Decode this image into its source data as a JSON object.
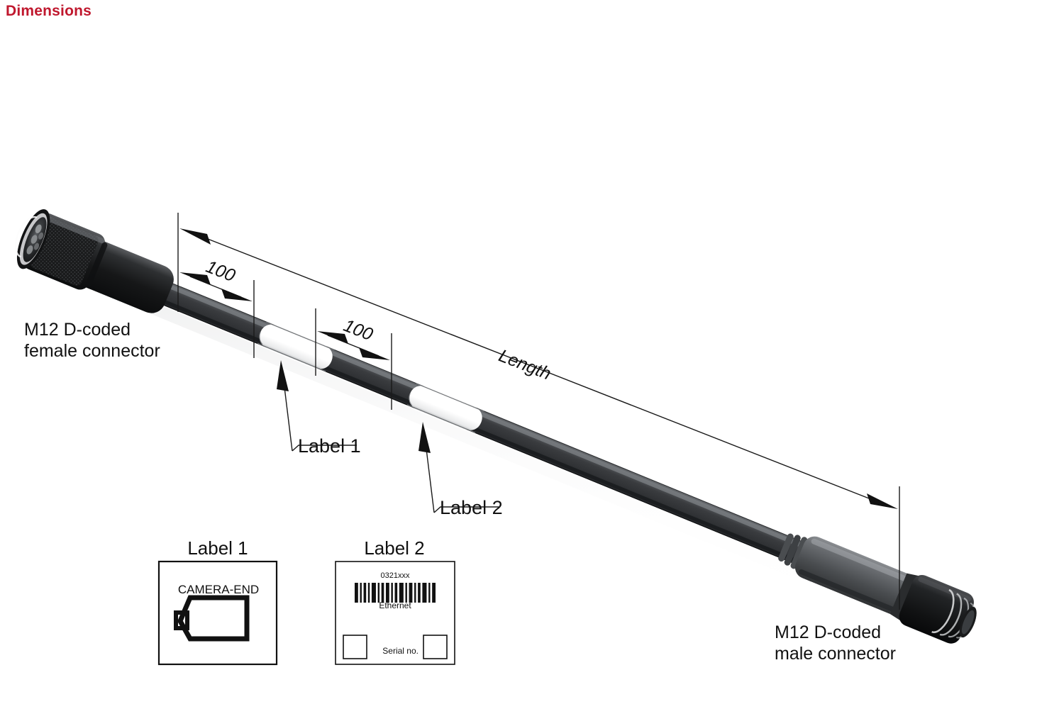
{
  "page": {
    "title": "Dimensions",
    "title_color": "#c0182e"
  },
  "diagram": {
    "type": "technical-dimension-drawing",
    "subject": "M12 D-coded ethernet cable assembly",
    "annotations": {
      "female_connector_line1": "M12 D-coded",
      "female_connector_line2": "female connector",
      "male_connector_line1": "M12 D-coded",
      "male_connector_line2": "male connector",
      "dimension_1": "100",
      "dimension_2": "100",
      "dimension_length": "Length",
      "callout_label_1": "Label 1",
      "callout_label_2": "Label 2"
    },
    "colors": {
      "cable_body": "#3b3d40",
      "cable_highlight": "#6e7175",
      "cable_shadow": "#2a2c2e",
      "label_band": "#ffffff",
      "connector_dark": "#1b1b1c",
      "connector_gray": "#5d6064",
      "line": "#1a1a1a"
    }
  },
  "label_1_figure": {
    "caption": "Label 1",
    "text": "CAMERA-END",
    "icon": "camera-icon"
  },
  "label_2_figure": {
    "caption": "Label 2",
    "barcode_number": "0321xxx",
    "barcode_caption": "Ethernet",
    "serial_text": "Serial no.",
    "barcode_bars": [
      4,
      2,
      3,
      2,
      5,
      2,
      3,
      4,
      2,
      3,
      5,
      2,
      4,
      2,
      3,
      5,
      2,
      4
    ],
    "empty_boxes": 2
  }
}
